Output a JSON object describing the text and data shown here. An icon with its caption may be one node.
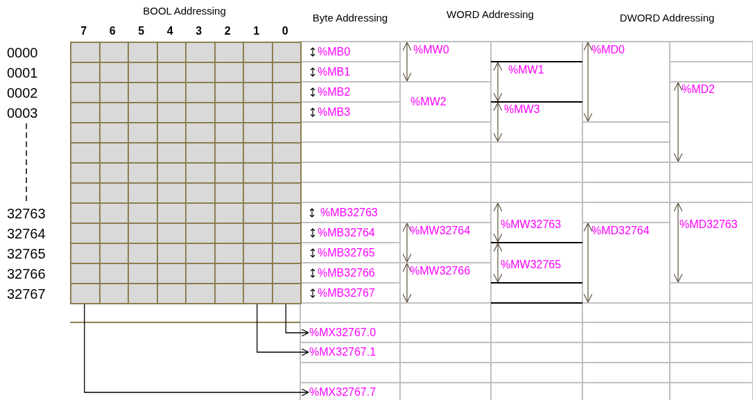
{
  "diagram": {
    "nodes": [
      {
        "text": [],
        "shape": "box"
      },
      {
        "text": [],
        "shape": "box"
      },
      {
        "text": [],
        "shape": "box"
      },
      {
        "text": [
          "%MX32767.0"
        ]
      },
      {
        "text": [
          "%MX32767.1"
        ]
      },
      {
        "text": [
          "%MX32767.7"
        ]
      }
    ],
    "edges": [
      {
        "from": 2,
        "to": 3,
        "arrow": "to"
      },
      {
        "from": 1,
        "to": 4,
        "arrow": "to"
      },
      {
        "from": 0,
        "to": 5,
        "arrow": "to"
      }
    ],
    "labels": [
      "BOOL Addressing",
      "Byte Addressing",
      "WORD Addressing",
      "DWORD Addressing",
      "7",
      "6",
      "5",
      "4",
      "3",
      "2",
      "1",
      "0",
      "0000",
      "0001",
      "0002",
      "0003",
      "32763",
      "32764",
      "32765",
      "32766",
      "32767",
      "%MB0",
      "%MB1",
      "%MB2",
      "%MB3",
      "%MB32763",
      "%MB32764",
      "%MB32765",
      "%MB32766",
      "%MB32767",
      "%MW0",
      "%MW2",
      "%MW32764",
      "%MW32766",
      "%MW1",
      "%MW3",
      "%MW32763",
      "%MW32765",
      "%MD0",
      "%MD32764",
      "%MD2",
      "%MD32763"
    ]
  }
}
